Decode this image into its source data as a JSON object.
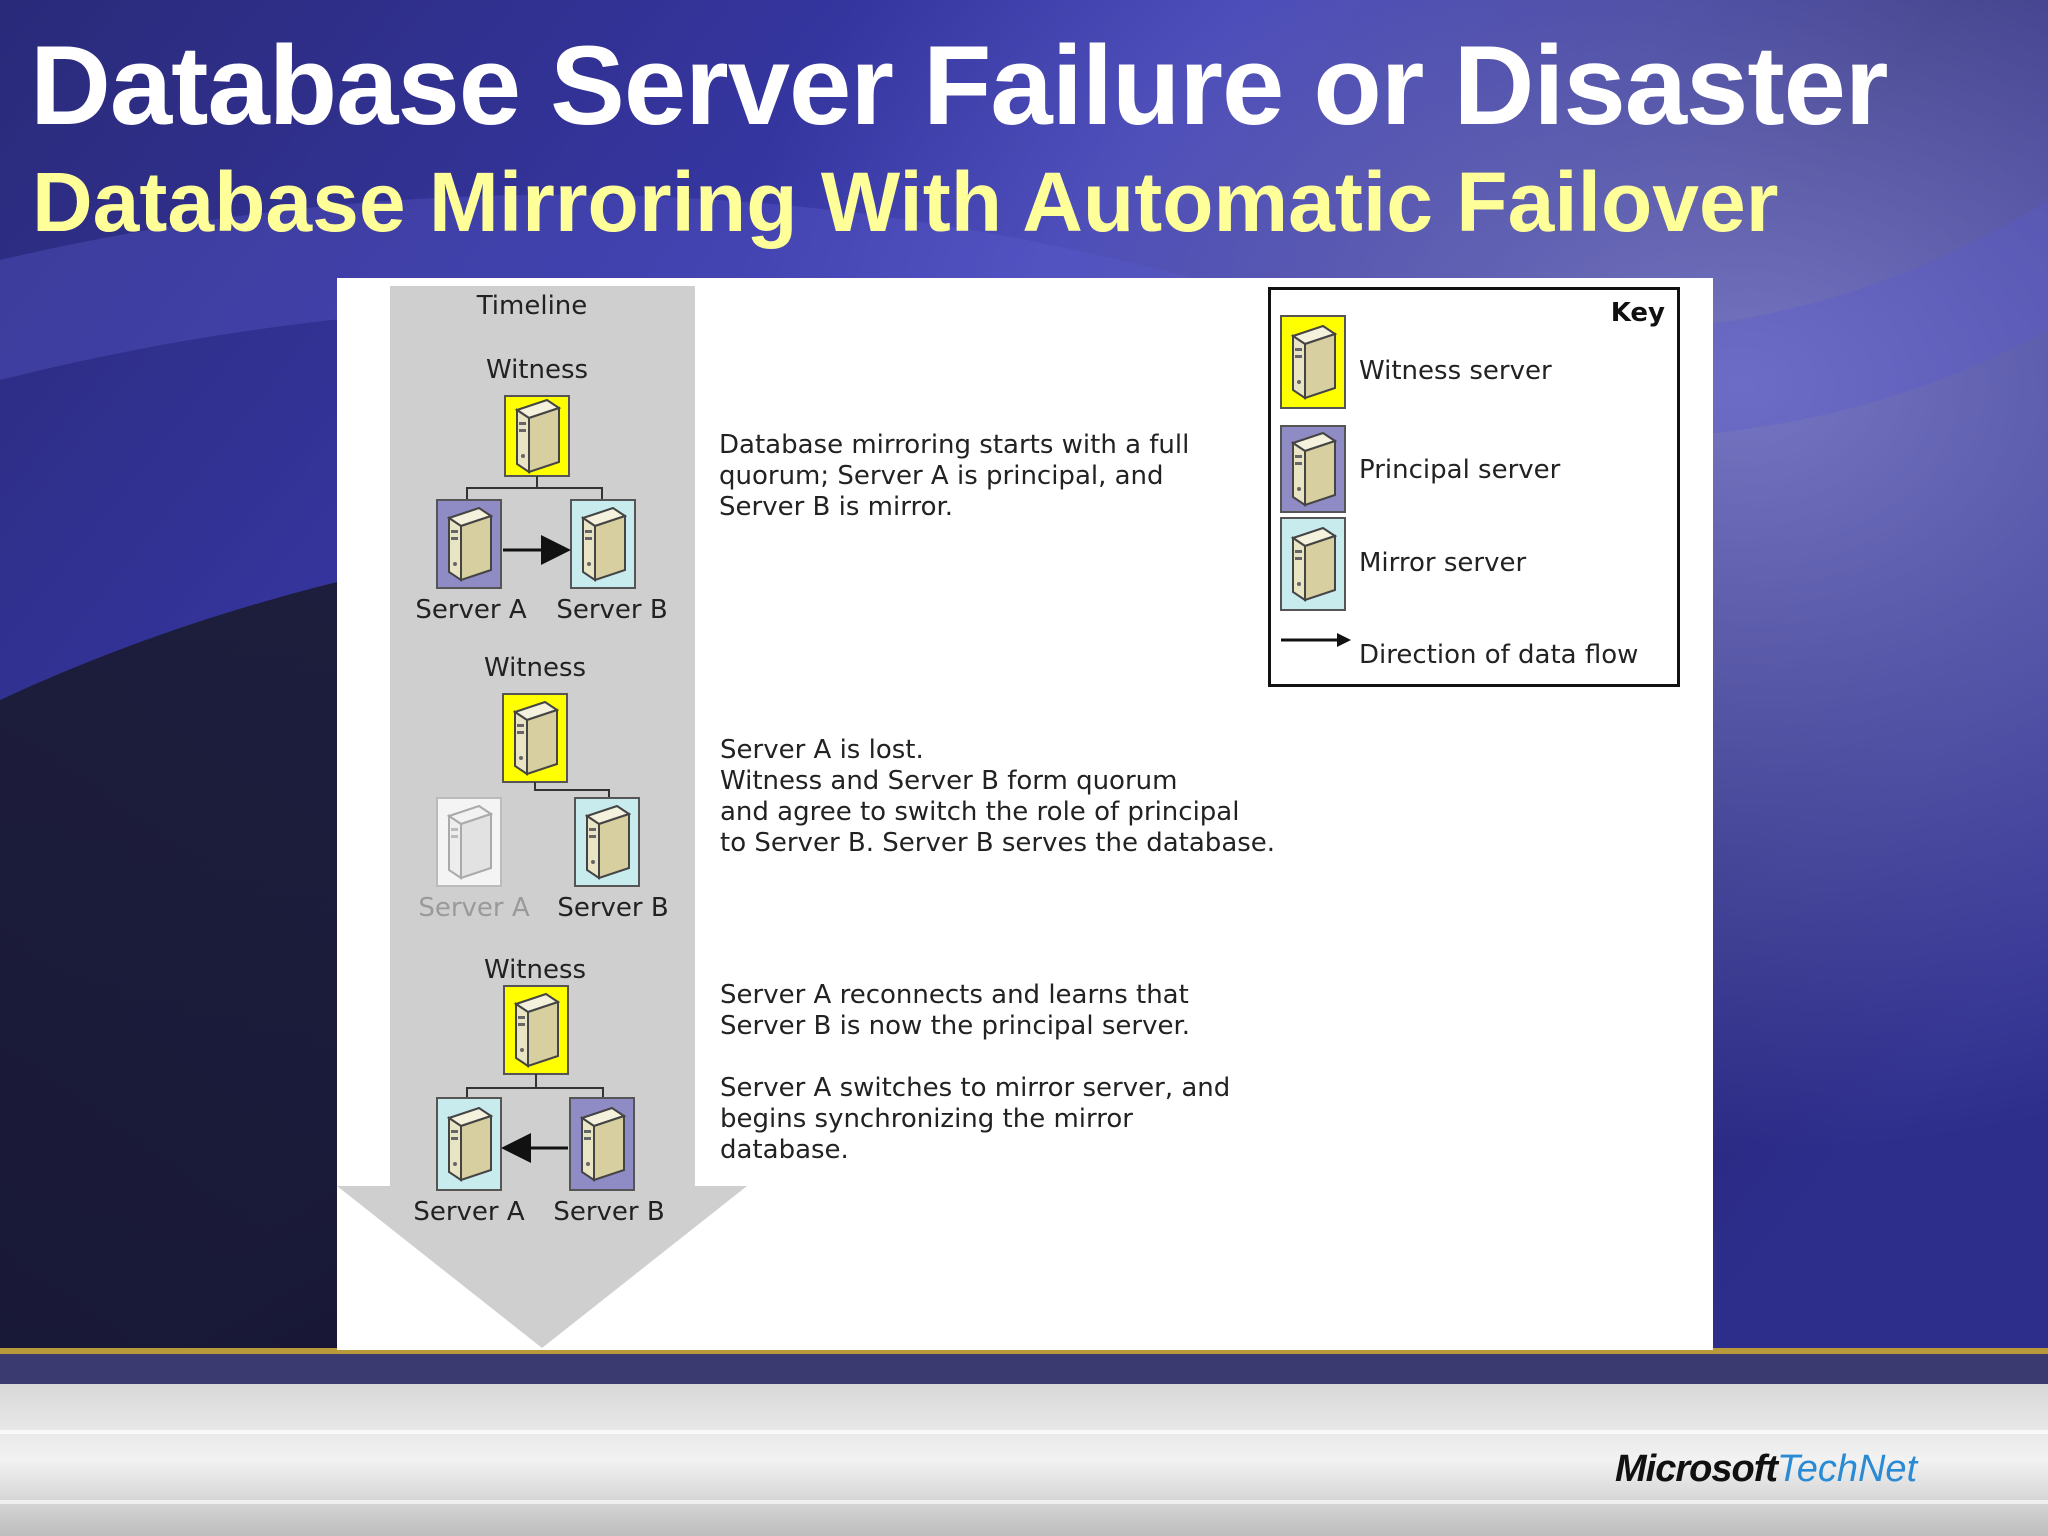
{
  "slide": {
    "title": "Database Server Failure or Disaster",
    "subtitle": "Database Mirroring With Automatic Failover"
  },
  "diagram": {
    "timeline_label": "Timeline",
    "stages": [
      {
        "witness_label": "Witness",
        "server_a_label": "Server A",
        "server_b_label": "Server B",
        "description": "Database mirroring starts with a full\nquorum; Server A is principal, and\nServer B is mirror."
      },
      {
        "witness_label": "Witness",
        "server_a_label": "Server A",
        "server_b_label": "Server B",
        "description": "Server A is lost.\nWitness and Server B form quorum\nand agree to switch the role of principal\nto Server B. Server B serves the database."
      },
      {
        "witness_label": "Witness",
        "server_a_label": "Server A",
        "server_b_label": "Server B",
        "description": "Server A reconnects and learns that\nServer B is now the principal server.\n\nServer A switches to mirror server, and\nbegins synchronizing the mirror\ndatabase."
      }
    ],
    "key": {
      "title": "Key",
      "items": [
        {
          "label": "Witness server",
          "color": "#ffff00",
          "icon": "witness-server-icon"
        },
        {
          "label": "Principal server",
          "color": "#8f8bc4",
          "icon": "principal-server-icon"
        },
        {
          "label": "Mirror server",
          "color": "#c8ecee",
          "icon": "mirror-server-icon"
        },
        {
          "label": "Direction of data flow",
          "icon": "arrow-right-icon"
        }
      ]
    }
  },
  "footer": {
    "logo_microsoft": "Microsoft",
    "logo_technet": "TechNet"
  }
}
